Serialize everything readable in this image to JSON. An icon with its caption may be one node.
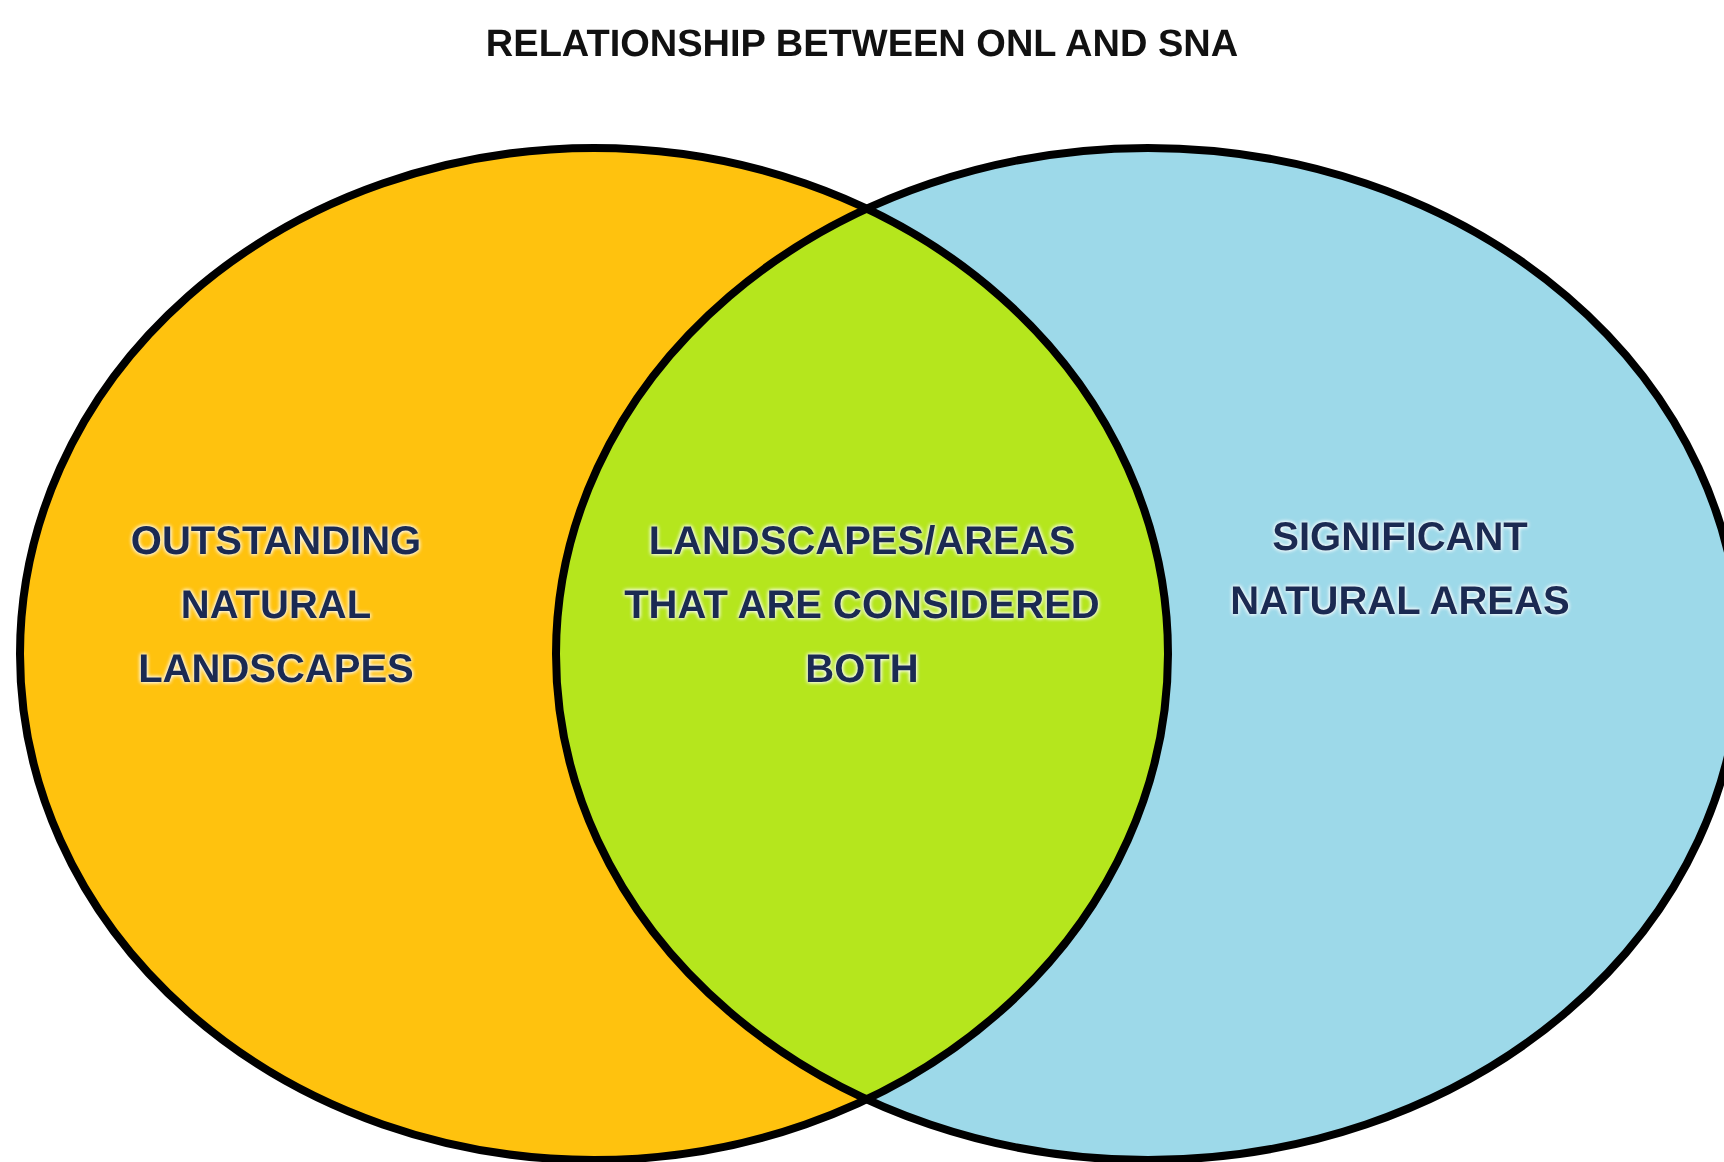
{
  "diagram": {
    "title": "RELATIONSHIP BETWEEN ONL AND SNA",
    "nodes": [
      {
        "text": [
          "OUTSTANDING NATURAL LANDSCAPES"
        ]
      },
      {
        "text": [
          "LANDSCAPES/AREAS THAT ARE CONSIDERED BOTH"
        ]
      },
      {
        "text": [
          "SIGNIFICANT NATURAL AREAS"
        ]
      }
    ]
  }
}
